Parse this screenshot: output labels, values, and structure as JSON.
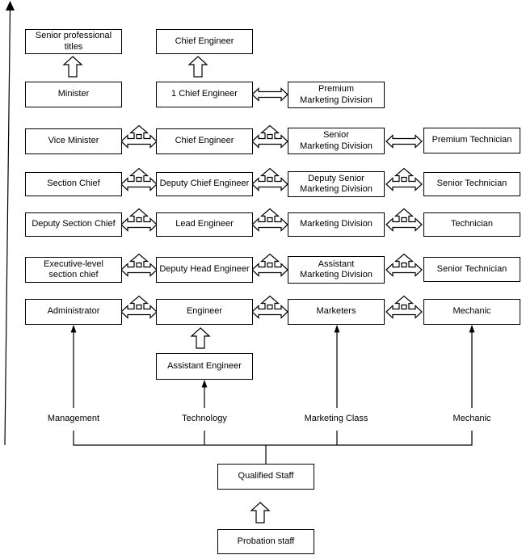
{
  "boxes": {
    "c1r1": "Senior professional titles",
    "c2r1": "Chief Engineer",
    "c1r2": "Minister",
    "c2r2": "1 Chief Engineer",
    "c3r2": "Premium\nMarketing Division",
    "c1r3": "Vice Minister",
    "c2r3": "Chief Engineer",
    "c3r3": "Senior\nMarketing Division",
    "c4r3": "Premium Technician",
    "c1r4": "Section Chief",
    "c2r4": "Deputy Chief Engineer",
    "c3r4": "Deputy Senior\nMarketing Division",
    "c4r4": "Senior Technician",
    "c1r5": "Deputy Section Chief",
    "c2r5": "Lead Engineer",
    "c3r5": "Marketing Division",
    "c4r5": "Technician",
    "c1r6": "Executive-level\nsection chief",
    "c2r6": "Deputy Head Engineer",
    "c3r6": "Assistant\nMarketing Division",
    "c4r6": "Senior Technician",
    "c1r7": "Administrator",
    "c2r7": "Engineer",
    "c3r7": "Marketers",
    "c4r7": "Mechanic",
    "c2r8": "Assistant Engineer",
    "qualified": "Qualified Staff",
    "probation": "Probation staff"
  },
  "track_labels": {
    "management": "Management",
    "technology": "Technology",
    "marketing_class": "Marketing Class",
    "mechanic": "Mechanic"
  },
  "icons": {
    "axis": "vertical-axis-up-arrow",
    "promotion": "hollow-up-arrow",
    "transfer": "three-way-left-right-up-arrow",
    "exchange": "hollow-double-horizontal-arrow",
    "feed": "solid-thin-up-arrow"
  },
  "colors": {
    "line": "#000000",
    "background": "#ffffff",
    "text": "#000000"
  }
}
